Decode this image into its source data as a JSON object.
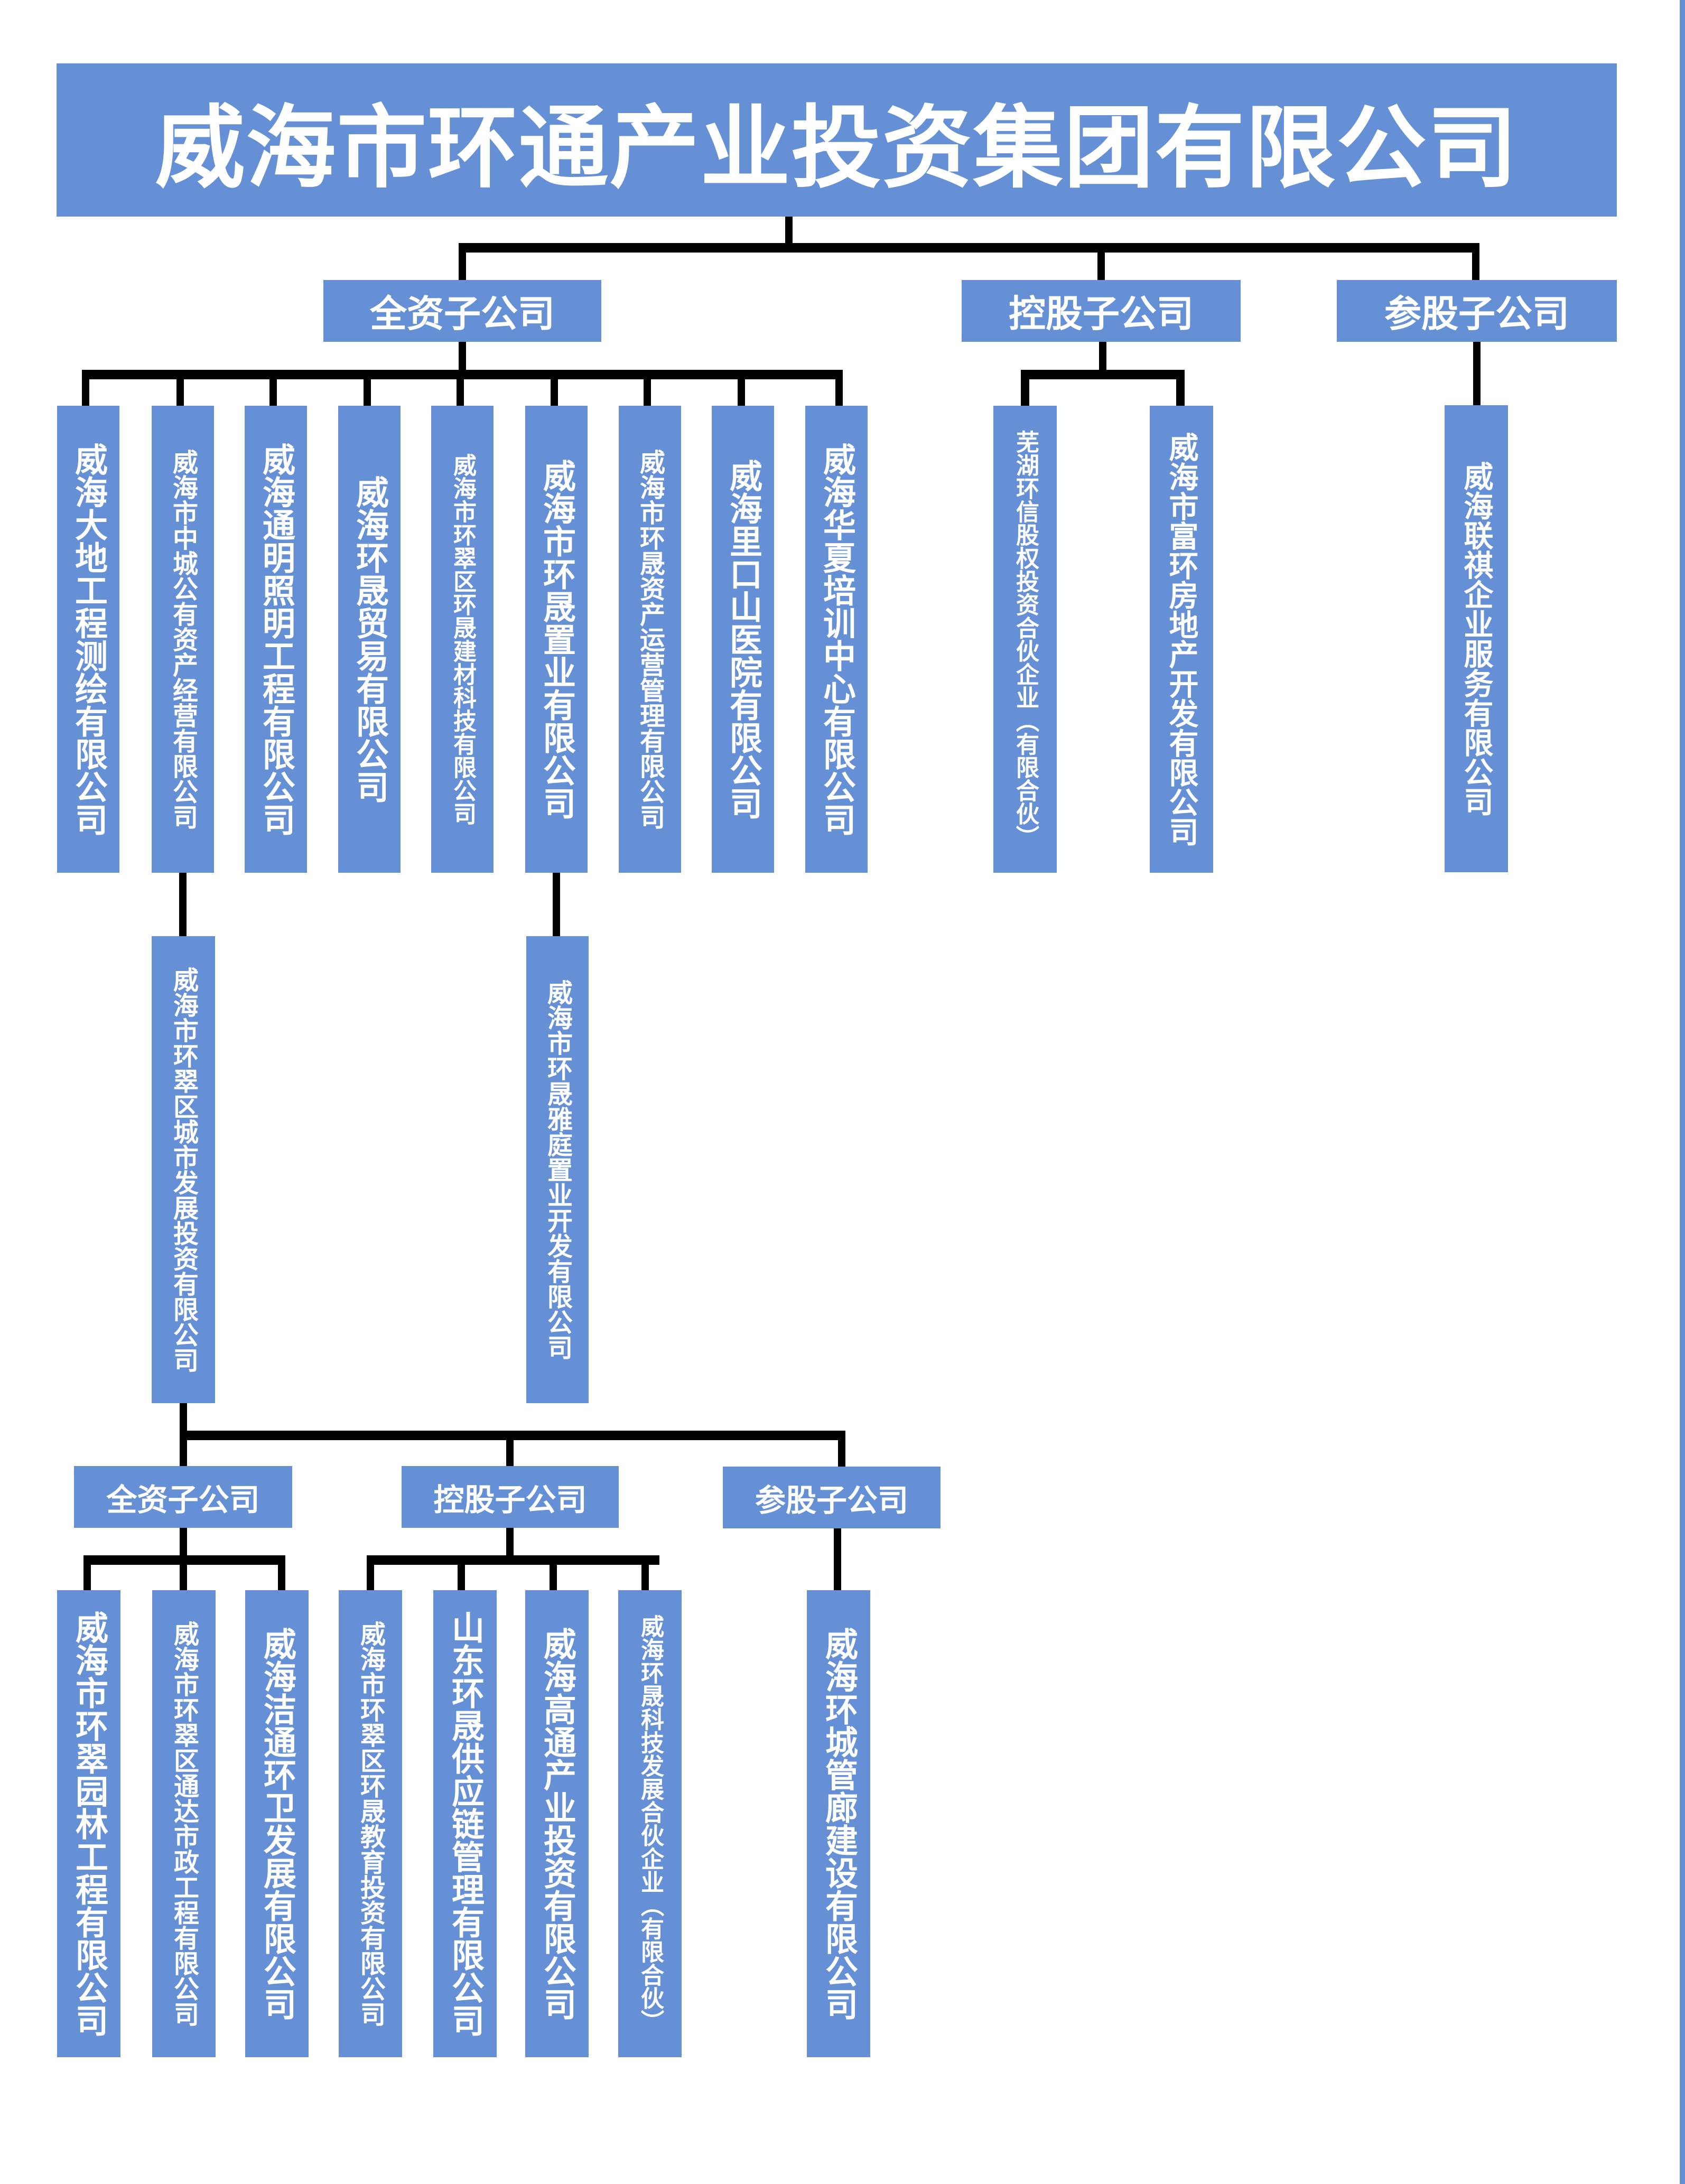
{
  "title": "威海市环通产业投资集团有限公司",
  "categories": {
    "wholly_owned": "全资子公司",
    "holding": "控股子公司",
    "participating": "参股子公司"
  },
  "level1": {
    "wholly_owned": [
      "威海大地工程测绘有限公司",
      "威海市中城公有资产经营有限公司",
      "威海通明照明工程有限公司",
      "威海环晟贸易有限公司",
      "威海市环翠区环晟建材科技有限公司",
      "威海市环晟置业有限公司",
      "威海市环晟资产运营管理有限公司",
      "威海里口山医院有限公司",
      "威海华夏培训中心有限公司"
    ],
    "holding": [
      "芜湖环信股权投资合伙企业（有限合伙）",
      "威海市富环房地产开发有限公司"
    ],
    "participating": [
      "威海联祺企业服务有限公司"
    ]
  },
  "level2": {
    "under_zhongcheng": "威海市环翠区城市发展投资有限公司",
    "under_zhiye": "威海市环晟雅庭置业开发有限公司"
  },
  "sub_categories": {
    "wholly_owned": "全资子公司",
    "holding": "控股子公司",
    "participating": "参股子公司"
  },
  "level3": {
    "wholly_owned": [
      "威海市环翠园林工程有限公司",
      "威海市环翠区通达市政工程有限公司",
      "威海洁通环卫发展有限公司"
    ],
    "holding": [
      "威海市环翠区环晟教育投资有限公司",
      "山东环晟供应链管理有限公司",
      "威海高通产业投资有限公司",
      "威海环晟科技发展合伙企业（有限合伙）"
    ],
    "participating": [
      "威海环城管廊建设有限公司"
    ]
  },
  "colors": {
    "box_fill": "#6590d5",
    "connector": "#000000",
    "text": "#ffffff"
  }
}
